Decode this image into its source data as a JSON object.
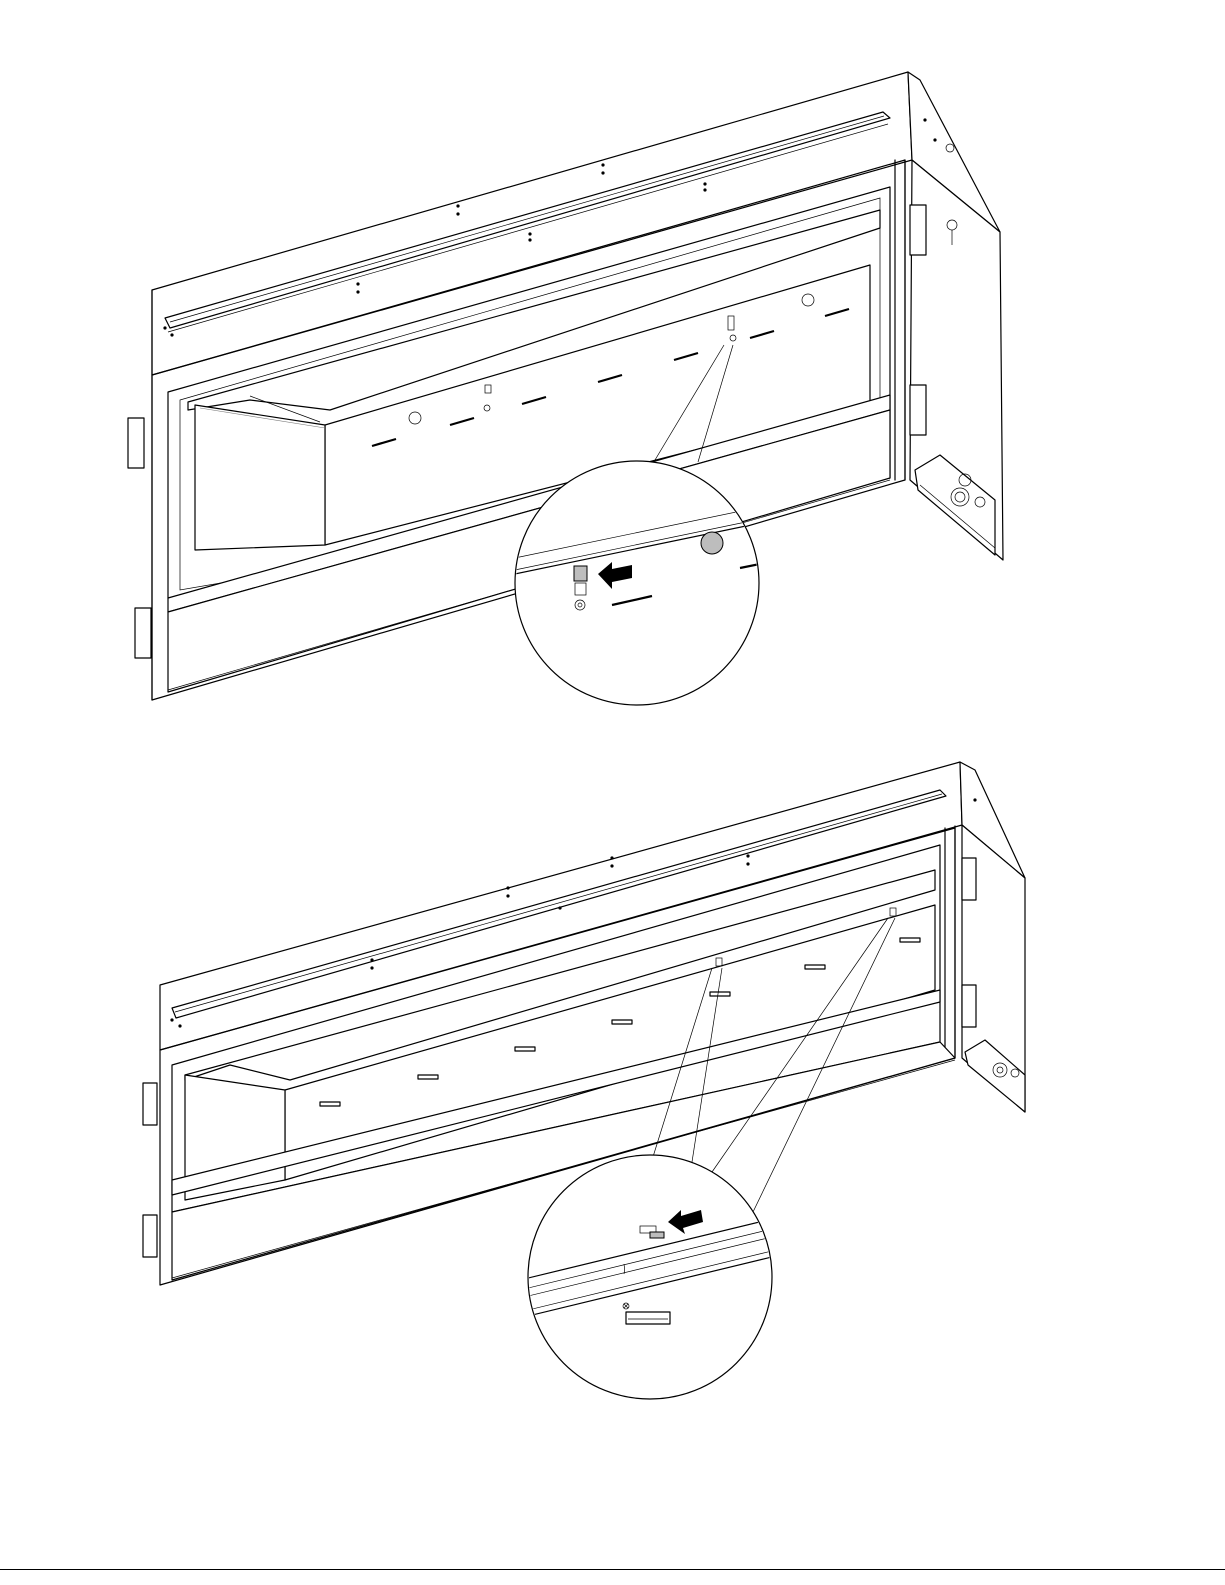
{
  "figures": [
    {
      "id": "top",
      "detail": "clip-detail-upper",
      "arrow": "left"
    },
    {
      "id": "bottom",
      "detail": "clip-detail-lower",
      "arrow": "left"
    }
  ],
  "colors": {
    "line": "#000000",
    "shade": "#bdbdbd",
    "background": "#ffffff"
  }
}
